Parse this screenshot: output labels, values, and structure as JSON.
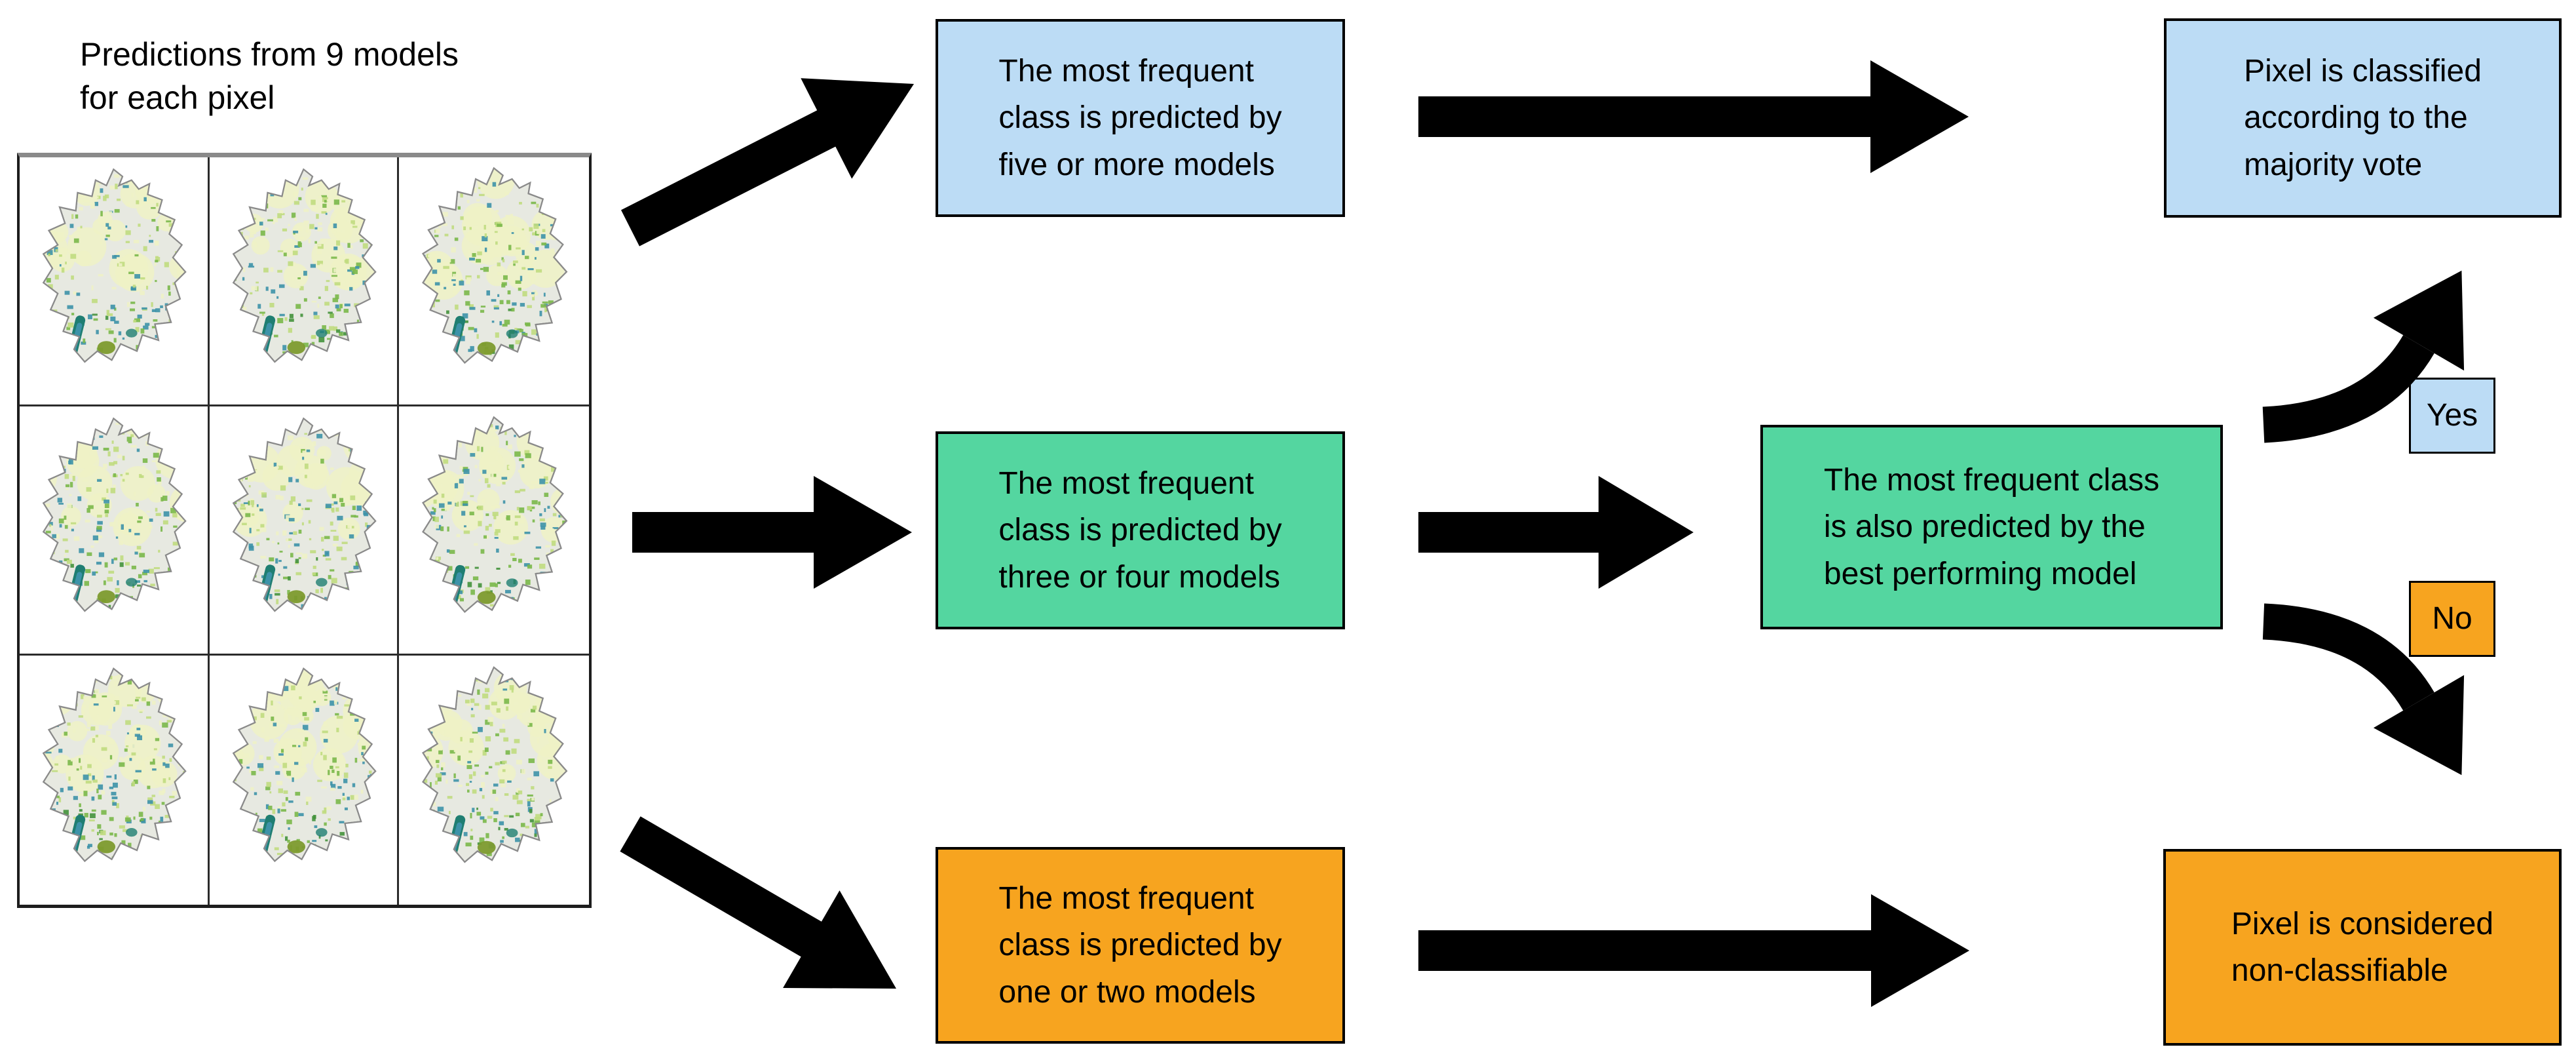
{
  "title": "Predictions from 9 models\nfor each pixel",
  "grid": {
    "rows": 3,
    "cols": 3,
    "cell_count": 9,
    "cell_content": "Germany land-cover prediction map"
  },
  "boxes": {
    "freq5": {
      "label": "The most frequent\nclass is predicted by\nfive or more models"
    },
    "freq34": {
      "label": "The most frequent\nclass is predicted by\nthree or four models"
    },
    "freq12": {
      "label": "The most frequent\nclass is predicted by\none or two models"
    },
    "best": {
      "label": "The most frequent class\nis also predicted by the\nbest performing model"
    },
    "majority": {
      "label": "Pixel is classified\naccording to the\nmajority vote"
    },
    "nonclass": {
      "label": "Pixel is considered\nnon-classifiable"
    },
    "yes": {
      "label": "Yes"
    },
    "no": {
      "label": "No"
    }
  },
  "colors": {
    "blue": "#bcdcf5",
    "green": "#54d6a0",
    "orange": "#f7a41f",
    "arrow": "#000000",
    "box_border": "#000000",
    "grid_border_top": "#8a8a8a",
    "grid_border": "#1d1d1d"
  },
  "map_palette": {
    "land": "#e7e9e1",
    "outline": "#8a8a8a",
    "pale_yellow": "#eef2c6",
    "light_green": "#c0dc80",
    "mid_green": "#7ab84a",
    "dark_green": "#44923c",
    "teal": "#3d92a8",
    "dark_teal": "#1f7e72",
    "olive": "#7d9b2e"
  }
}
